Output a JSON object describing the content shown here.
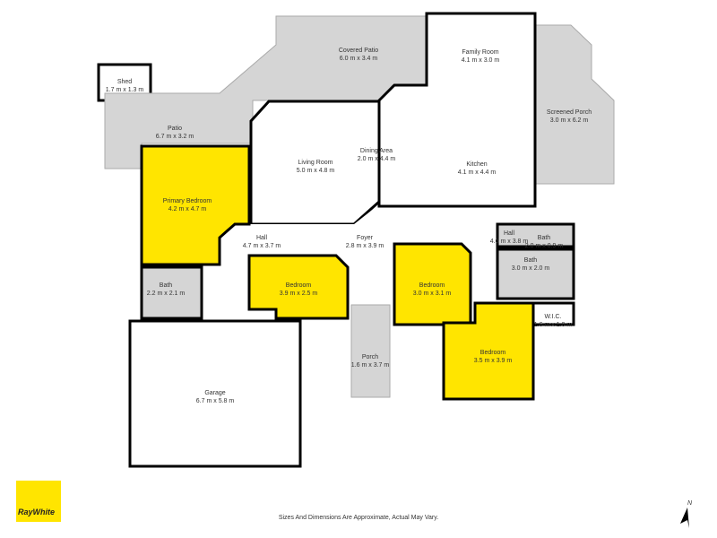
{
  "colors": {
    "bedroom": "#ffe500",
    "outdoor": "#d5d5d5",
    "wet": "#d5d5d5",
    "interior": "#ffffff",
    "wall": "#000000"
  },
  "rooms": [
    {
      "name": "Shed",
      "dims": "1.7 m x 1.3 m",
      "type": "interior"
    },
    {
      "name": "Patio",
      "dims": "6.7 m x 3.2 m",
      "type": "outdoor"
    },
    {
      "name": "Covered Patio",
      "dims": "6.0 m x 3.4 m",
      "type": "outdoor"
    },
    {
      "name": "Living Room",
      "dims": "5.0 m x 4.8 m",
      "type": "interior"
    },
    {
      "name": "Family Room",
      "dims": "4.1 m x 3.0 m",
      "type": "interior"
    },
    {
      "name": "Dining Area",
      "dims": "2.0 m x 4.4 m",
      "type": "interior"
    },
    {
      "name": "Kitchen",
      "dims": "4.1 m x 4.4 m",
      "type": "interior"
    },
    {
      "name": "Screened Porch",
      "dims": "3.0 m x 6.2 m",
      "type": "outdoor"
    },
    {
      "name": "Primary Bedroom",
      "dims": "4.2 m x 4.7 m",
      "type": "bedroom"
    },
    {
      "name": "Hall",
      "dims": "4.7 m x 3.7 m",
      "type": "interior"
    },
    {
      "name": "Foyer",
      "dims": "2.8 m x 3.9 m",
      "type": "interior"
    },
    {
      "name": "Hall",
      "dims": "4.6 m x 3.8 m",
      "type": "interior"
    },
    {
      "name": "Bath",
      "dims": "2.0 m x 0.9 m",
      "type": "wet"
    },
    {
      "name": "Bath",
      "dims": "3.0 m x 2.0 m",
      "type": "wet"
    },
    {
      "name": "W.I.C.",
      "dims": "1.6 m x 1.0 m",
      "type": "interior"
    },
    {
      "name": "Bedroom",
      "dims": "3.9 m x 2.5 m",
      "type": "bedroom"
    },
    {
      "name": "Bedroom",
      "dims": "3.0 m x 3.1 m",
      "type": "bedroom"
    },
    {
      "name": "Bedroom",
      "dims": "3.5 m x 3.9 m",
      "type": "bedroom"
    },
    {
      "name": "Bath",
      "dims": "2.2 m x 2.1 m",
      "type": "wet"
    },
    {
      "name": "Porch",
      "dims": "1.6 m x 3.7 m",
      "type": "outdoor"
    },
    {
      "name": "Garage",
      "dims": "6.7 m x 5.8 m",
      "type": "interior"
    }
  ],
  "footer": {
    "disclaimer": "Sizes And Dimensions Are Approximate, Actual May Vary.",
    "logo": "RayWhite",
    "north_label": "N"
  }
}
